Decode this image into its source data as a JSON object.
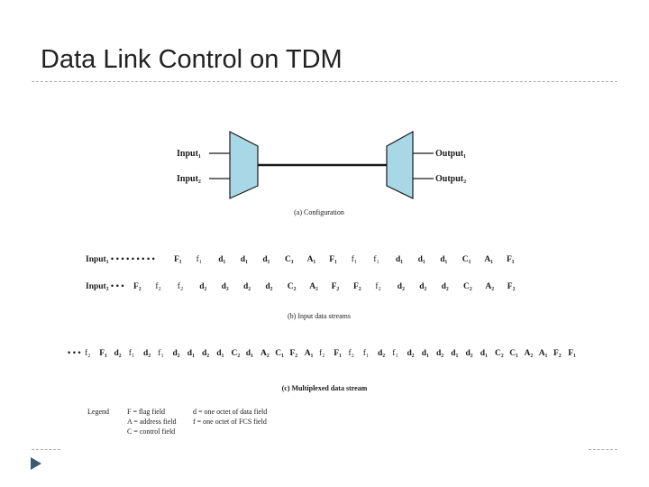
{
  "slide": {
    "title": "Data Link Control on TDM"
  },
  "colors": {
    "mux_fill": "#a8d8e6",
    "stroke": "#1a1a1a"
  },
  "config": {
    "input1": "Input₁",
    "input2": "Input₂",
    "output1": "Output₁",
    "output2": "Output₂",
    "caption": "(a) Configuration"
  },
  "streams": {
    "input1_label": "Input₁ • • • • • • • • •",
    "input1_tokens": [
      "F₁",
      "f₁",
      "d₁",
      "d₁",
      "d₁",
      "C₁",
      "A₁",
      "F₁",
      "f₁",
      "f₁",
      "d₁",
      "d₁",
      "d₁",
      "C₁",
      "A₁",
      "F₁"
    ],
    "input2_label": "Input₂ • • •",
    "input2_tokens": [
      "F₂",
      "f₂",
      "f₂",
      "d₂",
      "d₂",
      "d₂",
      "d₂",
      "C₂",
      "A₂",
      "F₂",
      "F₂",
      "f₂",
      "d₂",
      "d₂",
      "d₂",
      "C₂",
      "A₂",
      "F₂"
    ],
    "caption": "(b) Input data streams"
  },
  "multiplexed": {
    "lead": "• • •",
    "tokens": [
      "f₂",
      "F₁",
      "d₂",
      "f₁",
      "d₂",
      "f₁",
      "d₂",
      "d₁",
      "d₂",
      "d₁",
      "C₂",
      "d₁",
      "A₂",
      "C₁",
      "F₂",
      "A₁",
      "f₂",
      "F₁",
      "f₂",
      "f₁",
      "d₂",
      "f₁",
      "d₂",
      "d₁",
      "d₂",
      "d₁",
      "d₂",
      "d₁",
      "C₂",
      "C₁",
      "A₂",
      "A₁",
      "F₂",
      "F₁"
    ],
    "caption": "(c) Multiplexed data stream"
  },
  "legend": {
    "title": "Legend",
    "items": [
      "F = flag field",
      "d = one octet of data field",
      "A = address field",
      "f = one octet of FCS field",
      "C = control field"
    ]
  }
}
